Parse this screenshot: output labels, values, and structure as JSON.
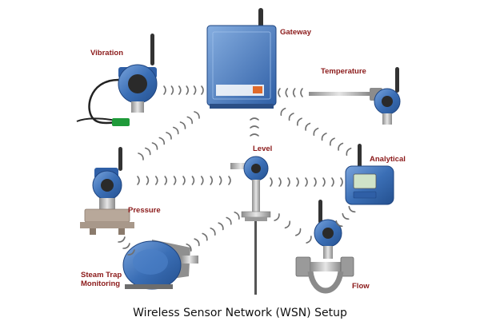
{
  "diagram": {
    "labels": {
      "gateway": "Gateway",
      "vibration": "Vibration",
      "temperature": "Temperature",
      "level": "Level",
      "analytical": "Analytical",
      "pressure": "Pressure",
      "steam_trap_line1": "Steam Trap",
      "steam_trap_line2": "Monitoring",
      "flow": "Flow"
    },
    "caption": "Wireless Sensor Network (WSN) Setup"
  },
  "colors": {
    "device_blue": "#3b6fb6",
    "label_red": "#8b1a1a",
    "wave_gray": "#6f6f6f",
    "cable_green": "#1f9a3a"
  }
}
